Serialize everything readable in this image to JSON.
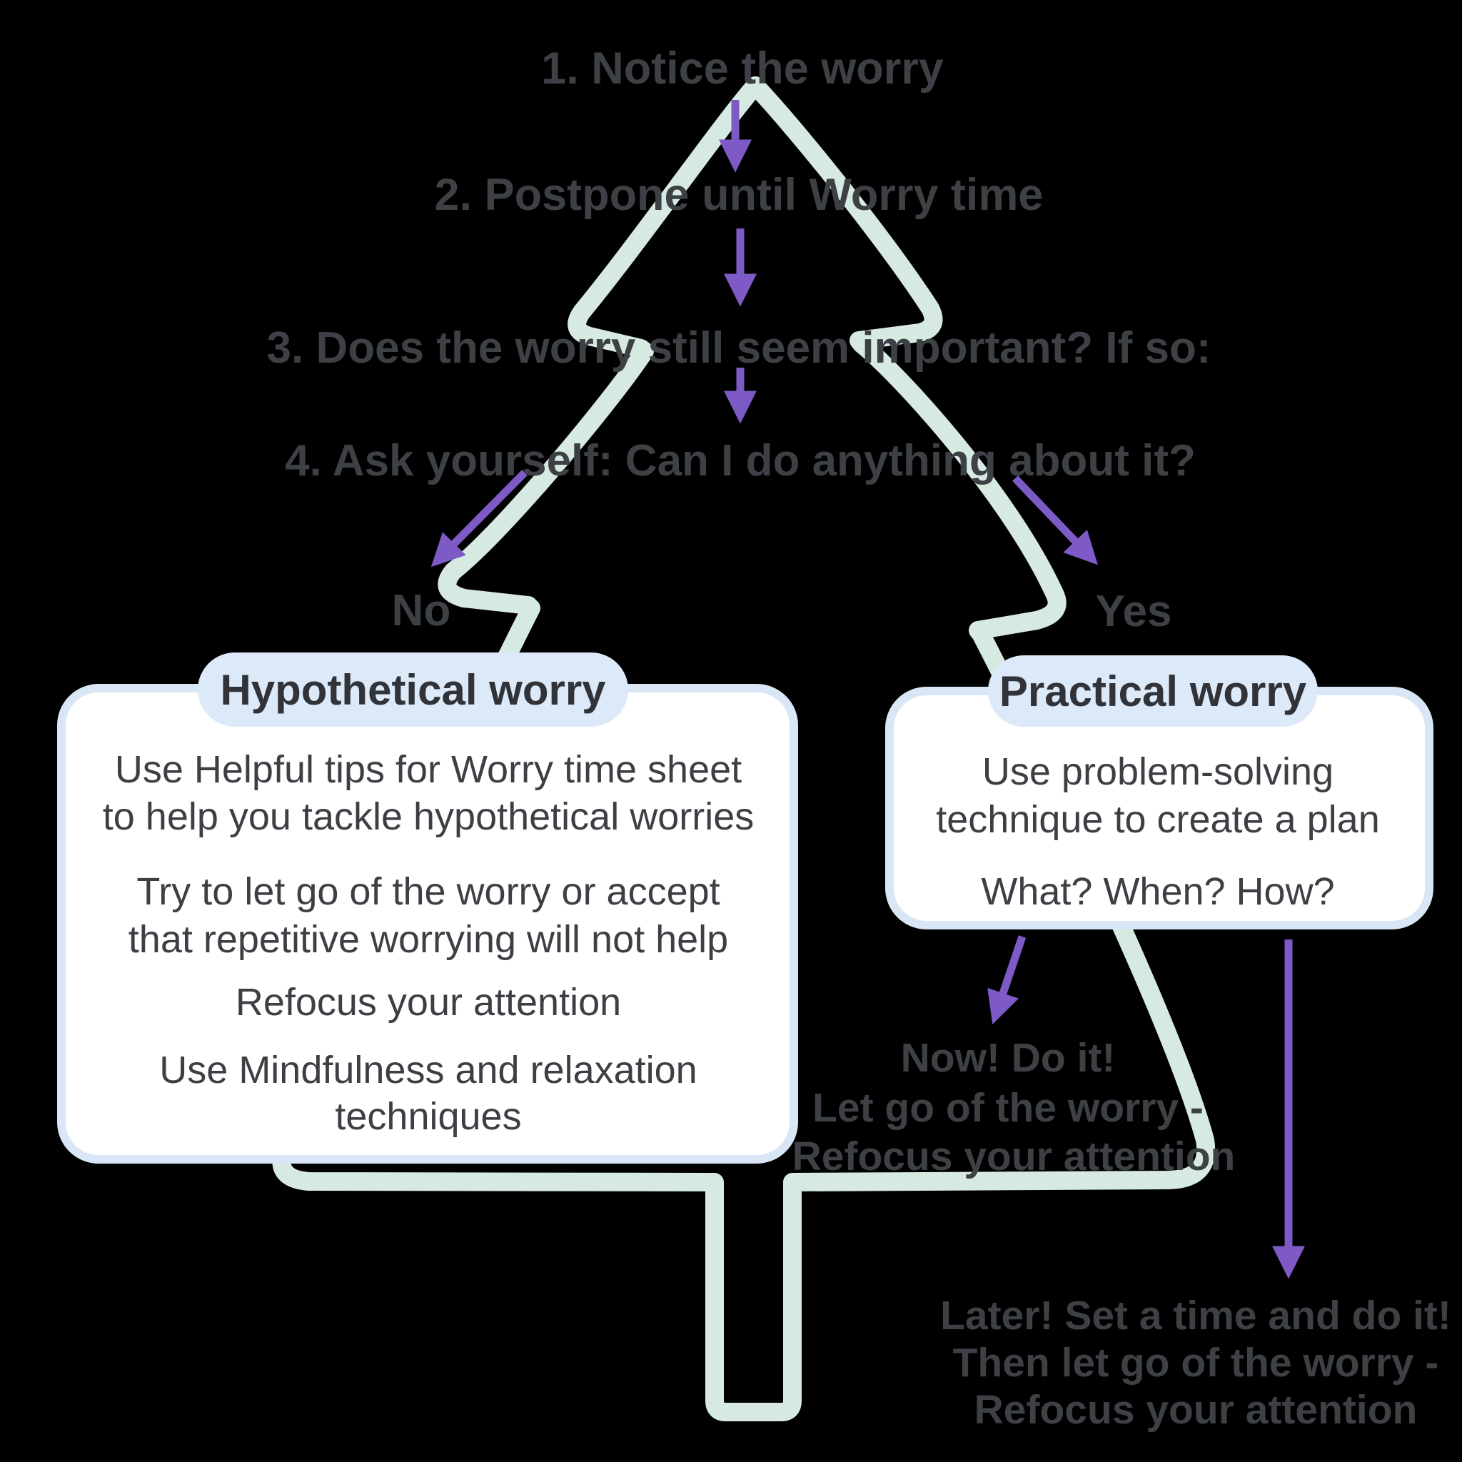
{
  "title": "Worry tree decision flowchart",
  "colors": {
    "background": "#000000",
    "tree_outline": "#d6eae2",
    "arrow": "#7d5ac6",
    "step_text": "#3d4045",
    "heading_text": "#313338",
    "pill_fill": "#dce9f8",
    "box_border": "#d9e6f6",
    "box_fill": "#ffffff"
  },
  "steps": {
    "step1": "1. Notice the worry",
    "step2": "2. Postpone until Worry time",
    "step3": "3. Does the worry still seem important? If so:",
    "step4": "4. Ask yourself: Can I do anything about it?"
  },
  "branches": {
    "no_label": "No",
    "yes_label": "Yes"
  },
  "hypothetical": {
    "title": "Hypothetical worry",
    "lines": [
      "Use Helpful tips for Worry time sheet",
      "to help you tackle hypothetical worries",
      "Try to let go of the worry or accept",
      "that repetitive worrying will not help",
      "Refocus your attention",
      "Use Mindfulness and relaxation",
      "techniques"
    ]
  },
  "practical": {
    "title": "Practical worry",
    "lines": [
      "Use problem-solving",
      "technique to create a plan",
      "What? When? How?"
    ]
  },
  "now_block": {
    "lines": [
      "Now! Do it!",
      "Let go of the worry -",
      "Refocus your attention"
    ]
  },
  "later_block": {
    "lines": [
      "Later! Set a time and do it!",
      "Then let go of the worry -",
      "Refocus your attention"
    ]
  }
}
